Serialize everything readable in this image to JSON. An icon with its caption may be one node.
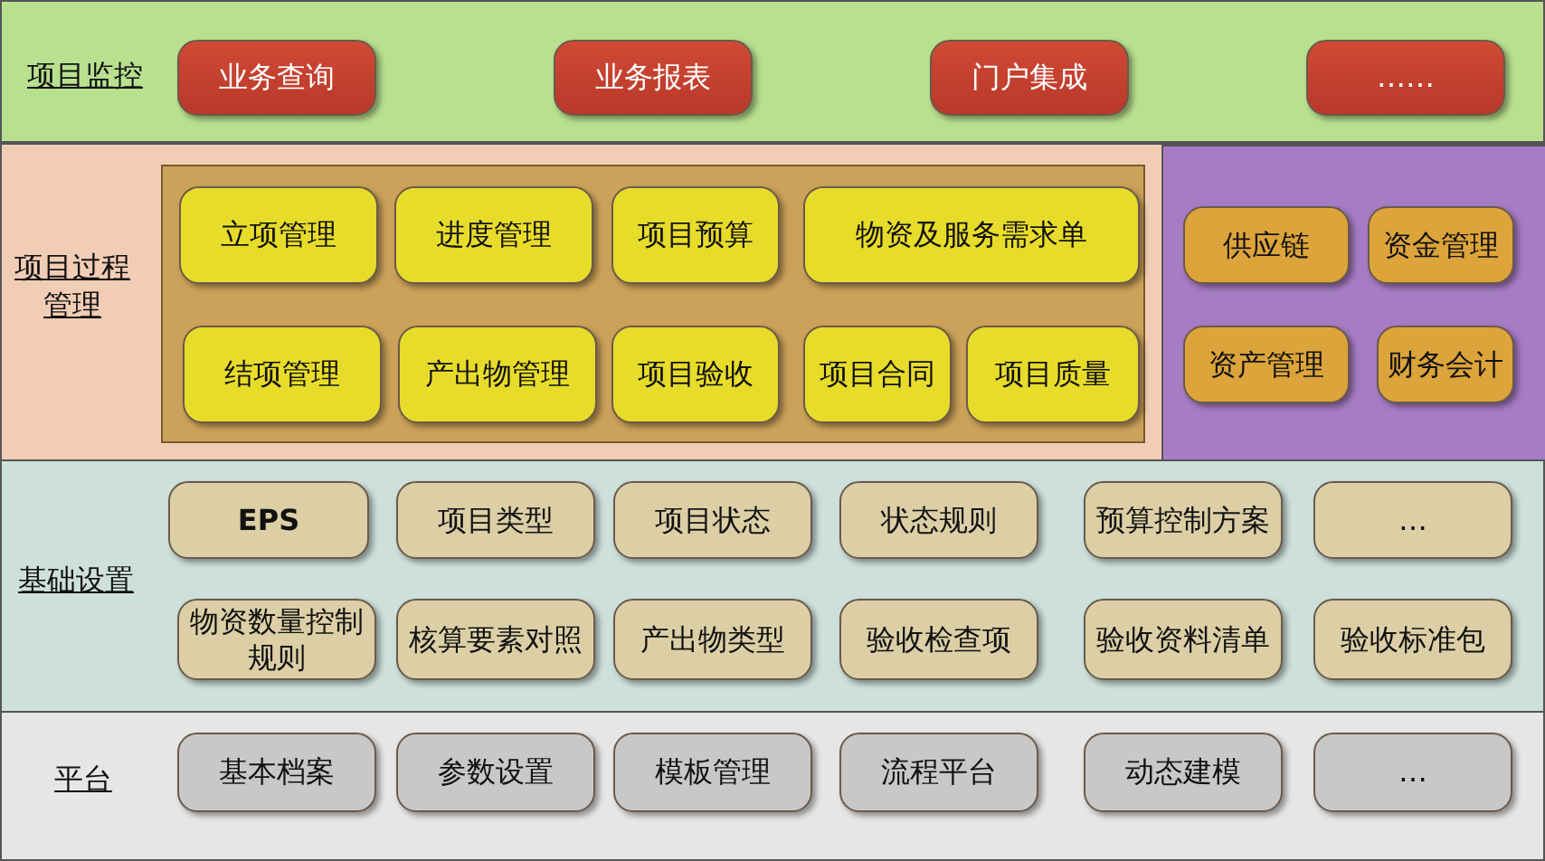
{
  "diagram": {
    "nodes": [
      {
        "text": [
          "项目监控"
        ]
      },
      {
        "text": [
          "业务查询"
        ],
        "in": 0
      },
      {
        "text": [
          "业务报表"
        ],
        "in": 0
      },
      {
        "text": [
          "门户集成"
        ],
        "in": 0
      },
      {
        "text": [
          "……"
        ],
        "in": 0
      },
      {
        "text": [
          "项目过程管理"
        ]
      },
      {
        "text": [],
        "shape": "box",
        "in": 5
      },
      {
        "text": [
          "立项管理"
        ],
        "in": 6
      },
      {
        "text": [
          "进度管理"
        ],
        "in": 6
      },
      {
        "text": [
          "项目预算"
        ],
        "in": 6
      },
      {
        "text": [
          "物资及服务需求单"
        ],
        "in": 6
      },
      {
        "text": [
          "结项管理"
        ],
        "in": 6
      },
      {
        "text": [
          "产出物管理"
        ],
        "in": 6
      },
      {
        "text": [
          "项目验收"
        ],
        "in": 6
      },
      {
        "text": [
          "项目合同"
        ],
        "in": 6
      },
      {
        "text": [
          "项目质量"
        ],
        "in": 6
      },
      {
        "text": [],
        "shape": "box",
        "in": 5
      },
      {
        "text": [
          "供应链"
        ],
        "in": 16
      },
      {
        "text": [
          "资金管理"
        ],
        "in": 16
      },
      {
        "text": [
          "资产管理"
        ],
        "in": 16
      },
      {
        "text": [
          "财务会计"
        ],
        "in": 16
      },
      {
        "text": [
          "基础设置"
        ]
      },
      {
        "text": [
          "EPS"
        ],
        "in": 21
      },
      {
        "text": [
          "项目类型"
        ],
        "in": 21
      },
      {
        "text": [
          "项目状态"
        ],
        "in": 21
      },
      {
        "text": [
          "状态规则"
        ],
        "in": 21
      },
      {
        "text": [
          "预算控制方案"
        ],
        "in": 21
      },
      {
        "text": [
          "…"
        ],
        "in": 21
      },
      {
        "text": [
          "物资数量控制规则"
        ],
        "in": 21
      },
      {
        "text": [
          "核算要素对照"
        ],
        "in": 21
      },
      {
        "text": [
          "产出物类型"
        ],
        "in": 21
      },
      {
        "text": [
          "验收检查项"
        ],
        "in": 21
      },
      {
        "text": [
          "验收资料清单"
        ],
        "in": 21
      },
      {
        "text": [
          "验收标准包"
        ],
        "in": 21
      },
      {
        "text": [
          "平台"
        ]
      },
      {
        "text": [
          "基本档案"
        ],
        "in": 34
      },
      {
        "text": [
          "参数设置"
        ],
        "in": 34
      },
      {
        "text": [
          "模板管理"
        ],
        "in": 34
      },
      {
        "text": [
          "流程平台"
        ],
        "in": 34
      },
      {
        "text": [
          "动态建模"
        ],
        "in": 34
      },
      {
        "text": [
          "…"
        ],
        "in": 34
      }
    ]
  }
}
